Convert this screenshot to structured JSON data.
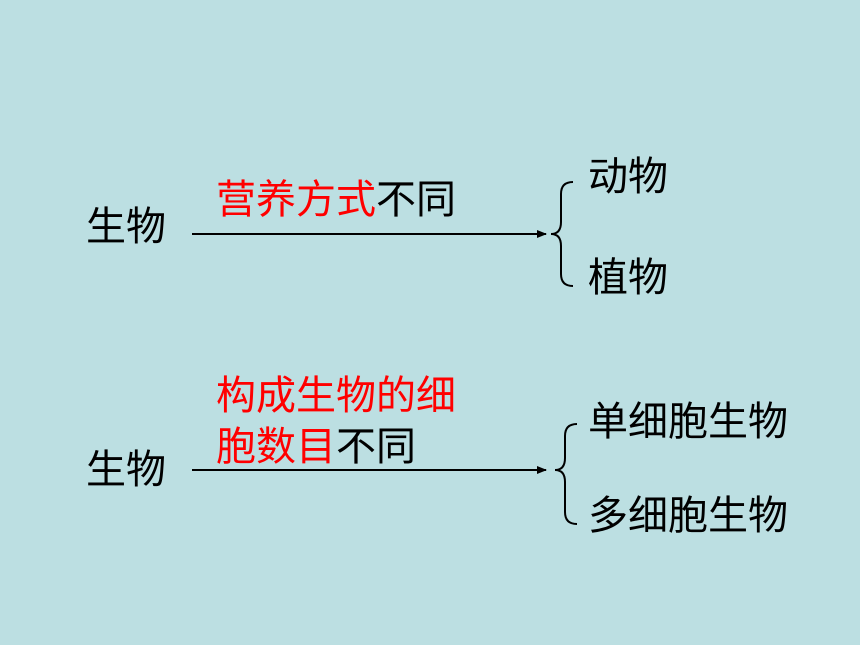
{
  "diagrams": [
    {
      "subject": "生物",
      "criterion_highlight_lines": [
        "营养方式"
      ],
      "criterion_suffix": "不同",
      "branches": [
        "动物",
        "植物"
      ]
    },
    {
      "subject": "生物",
      "criterion_highlight_lines": [
        "构成生物的细",
        "胞数目"
      ],
      "criterion_suffix": "不同",
      "branches": [
        "单细胞生物",
        "多细胞生物"
      ]
    }
  ],
  "colors": {
    "background": "#bcdfe2",
    "highlight": "#ff0000",
    "text": "#000000"
  }
}
